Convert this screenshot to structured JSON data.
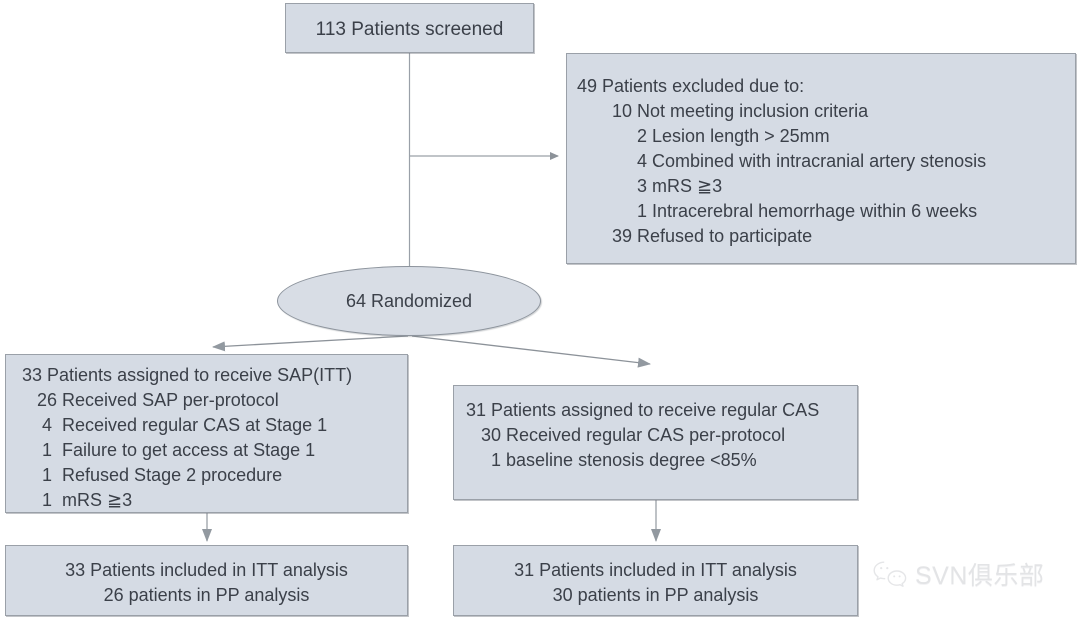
{
  "figure": {
    "type": "flow-diagram",
    "title": "CONSORT patient flow diagram",
    "colors": {
      "node_fill": "#d5dbe4",
      "node_border": "#9aa0a8",
      "text": "#3b4049",
      "edge": "#8c9299",
      "watermark": "#e2e3e5"
    }
  },
  "nodes": {
    "screened": {
      "name": "screened-box",
      "text": "113 Patients screened"
    },
    "excluded": {
      "name": "excluded-box",
      "lines": [
        "49 Patients excluded due to:",
        "       10 Not meeting inclusion criteria",
        "            2 Lesion length > 25mm",
        "            4 Combined with intracranial artery stenosis",
        "            3 mRS ≧3",
        "            1 Intracerebral hemorrhage within 6 weeks",
        "       39 Refused to participate"
      ]
    },
    "randomized": {
      "name": "randomized-ellipse",
      "text": "64 Randomized"
    },
    "arm_sap": {
      "name": "sap-arm-box",
      "lines": [
        "33 Patients assigned to receive SAP(ITT)",
        "   26 Received SAP per-protocol",
        "    4  Received regular CAS at Stage 1",
        "    1  Failure to get access at Stage 1",
        "    1  Refused Stage 2 procedure",
        "    1  mRS ≧3"
      ]
    },
    "arm_cas": {
      "name": "cas-arm-box",
      "lines": [
        "31 Patients assigned to receive regular CAS",
        "   30 Received regular CAS per-protocol",
        "     1 baseline stenosis degree <85%"
      ]
    },
    "analysis_sap": {
      "name": "sap-analysis-box",
      "lines": [
        "33 Patients included in ITT analysis",
        "26 patients in PP analysis"
      ]
    },
    "analysis_cas": {
      "name": "cas-analysis-box",
      "lines": [
        "31 Patients included in ITT analysis",
        "30 patients in PP analysis"
      ]
    }
  },
  "edges": [
    {
      "name": "screened-to-randomized",
      "from": "screened",
      "to": "randomized",
      "style": "straight-vertical"
    },
    {
      "name": "screened-to-excluded",
      "from": "screened",
      "to": "excluded",
      "style": "elbow-right-arrow"
    },
    {
      "name": "randomized-to-sap-arm",
      "from": "randomized",
      "to": "arm_sap",
      "style": "diagonal-arrow-left"
    },
    {
      "name": "randomized-to-cas-arm",
      "from": "randomized",
      "to": "arm_cas",
      "style": "diagonal-arrow-right"
    },
    {
      "name": "sap-arm-to-sap-analysis",
      "from": "arm_sap",
      "to": "analysis_sap",
      "style": "straight-vertical-arrow"
    },
    {
      "name": "cas-arm-to-cas-analysis",
      "from": "arm_cas",
      "to": "analysis_cas",
      "style": "straight-vertical-arrow"
    }
  ],
  "watermark": {
    "icon": "wechat-icon",
    "label": "SVN俱乐部"
  }
}
